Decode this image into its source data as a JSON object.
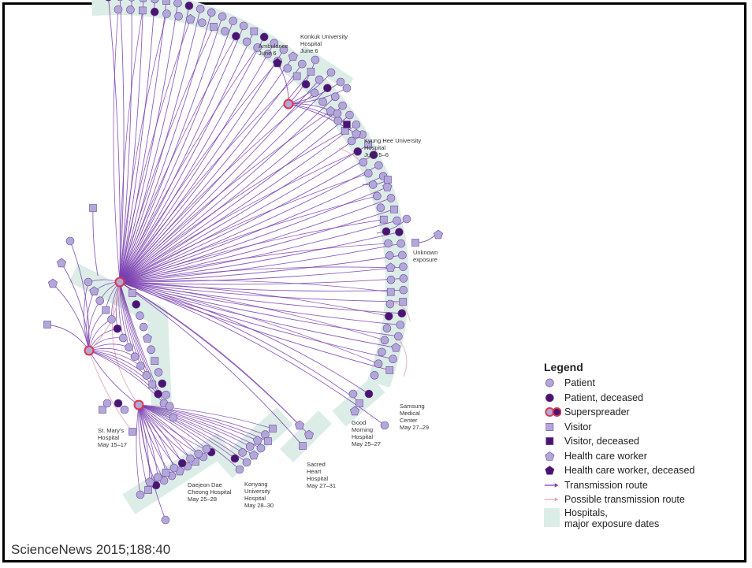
{
  "colors": {
    "patient": "#b3a7d9",
    "deceased": "#4a1470",
    "stroke": "#6a4aa0",
    "transmission": "#7a3fb0",
    "possible": "#e3a5b6",
    "hospital": "#dcece6",
    "superspreader_ring": "#d9384a"
  },
  "footer": {
    "citation": "ScienceNews 2015;188:40"
  },
  "labels": {
    "ambulance": [
      "Ambulance",
      "June 6"
    ],
    "konkuk": [
      "Konkuk University",
      "Hospital",
      "June 6"
    ],
    "kyunghee": [
      "Kyung Hee University",
      "Hospital",
      "June 5–6"
    ],
    "unknown": [
      "Unknown",
      "exposure"
    ],
    "samsung": [
      "Samsung",
      "Medical",
      "Center",
      "May 27–29"
    ],
    "goodmorning": [
      "Good",
      "Morning",
      "Hospital",
      "May 25–27"
    ],
    "sacredheart": [
      "Sacred",
      "Heart",
      "Hospital",
      "May 27–31"
    ],
    "konyang": [
      "Konyang",
      "University",
      "Hospital",
      "May 28–30"
    ],
    "daejeon": [
      "Daejeon Dae",
      "Cheong Hospital",
      "May 25–28"
    ],
    "stmarys": [
      "St. Mary's",
      "Hospital",
      "May 15–17"
    ]
  },
  "legend": {
    "title": "Legend",
    "items": [
      {
        "label": "Patient",
        "icon": "circle",
        "color": "#b3a7d9"
      },
      {
        "label": "Patient, deceased",
        "icon": "circle",
        "color": "#4a1470"
      },
      {
        "label": "Superspreader",
        "icon": "superspreader",
        "color": "#d9384a"
      },
      {
        "label": "Visitor",
        "icon": "square",
        "color": "#b3a7d9"
      },
      {
        "label": "Visitor, deceased",
        "icon": "square",
        "color": "#4a1470"
      },
      {
        "label": "Health care worker",
        "icon": "pentagon",
        "color": "#b3a7d9"
      },
      {
        "label": "Health care worker, deceased",
        "icon": "pentagon",
        "color": "#4a1470"
      },
      {
        "label": "Transmission route",
        "icon": "arrow",
        "color": "#7a3fb0"
      },
      {
        "label": "Possible transmission route",
        "icon": "arrow",
        "color": "#e3a5b6"
      },
      {
        "label": "Hospitals,",
        "label2": "major exposure dates",
        "icon": "hospital",
        "color": "#dcece6"
      }
    ]
  }
}
